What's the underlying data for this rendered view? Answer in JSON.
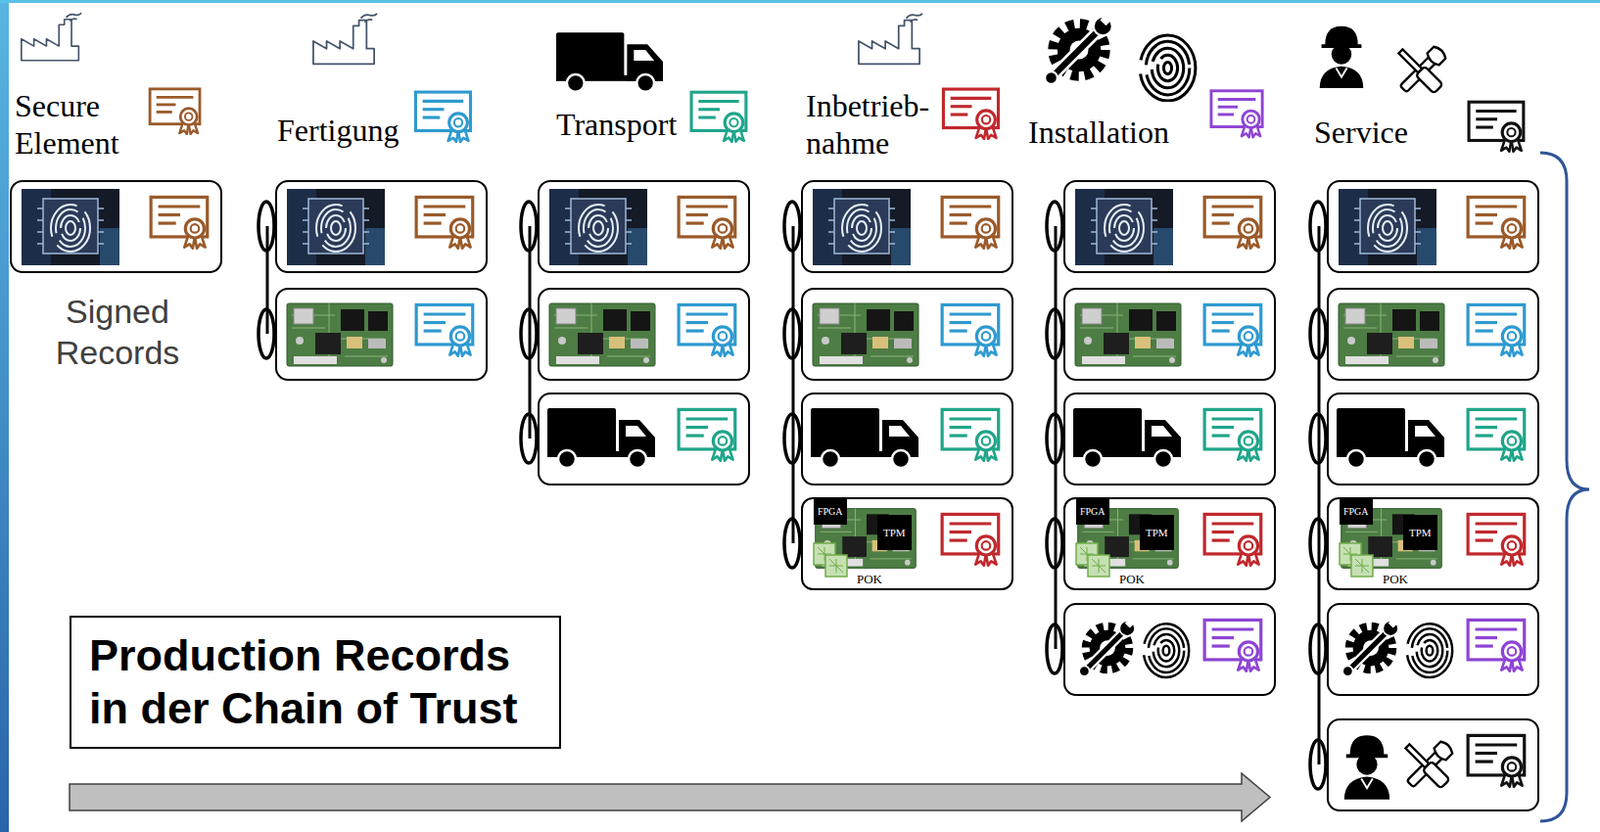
{
  "diagram": {
    "nodes": [
      {
        "text": [
          "FPGA",
          "TPM",
          "POK"
        ]
      },
      {
        "text": [
          "FPGA",
          "TPM",
          "POK"
        ]
      },
      {
        "text": [
          "FPGA",
          "TPM",
          "POK"
        ]
      },
      {
        "text": [
          "Production Records in der Chain of Trust"
        ]
      }
    ],
    "labels": [
      "Secure Element",
      "Fertigung",
      "Transport",
      "Inbetrieb- nahme",
      "Installation",
      "Service",
      "Signed Records"
    ]
  }
}
